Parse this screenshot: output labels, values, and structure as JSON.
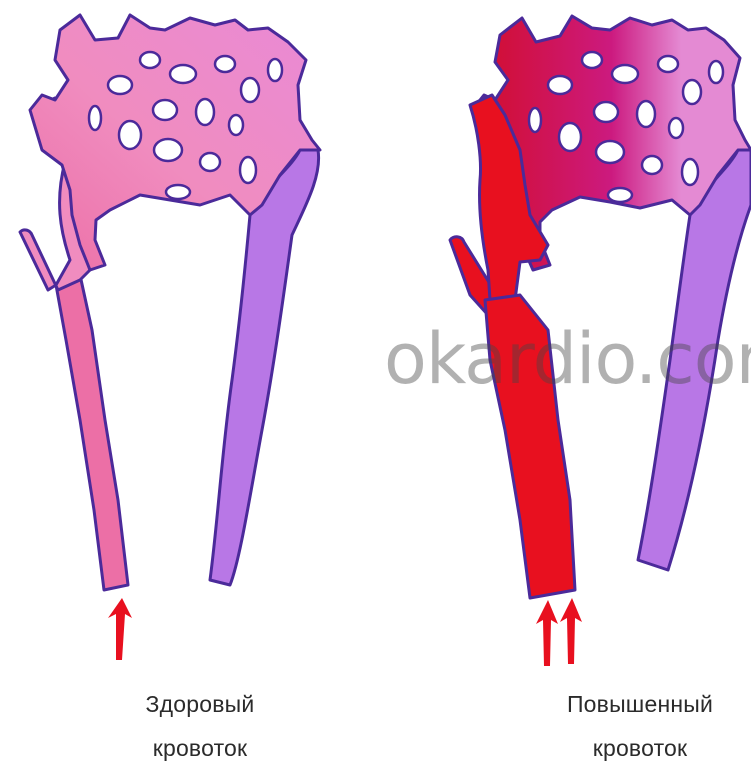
{
  "captions": {
    "left": [
      "Здоровый",
      "кровоток"
    ],
    "right": [
      "Повышенный",
      "кровоток"
    ]
  },
  "watermark": "okardio.com",
  "colors": {
    "arterial_pink": "#ec6fa6",
    "arterial_light_pink": "#f08cbf",
    "venous_violet": "#b877e6",
    "capillary_pink": "#e98ad6",
    "high_flow_red": "#e8101f",
    "magenta": "#cc1a7f",
    "outline": "#4b2a9a",
    "arrow_red": "#e8101f"
  },
  "panels": [
    {
      "name": "healthy-flow",
      "arrows": 1
    },
    {
      "name": "increased-flow",
      "arrows": 2
    }
  ]
}
